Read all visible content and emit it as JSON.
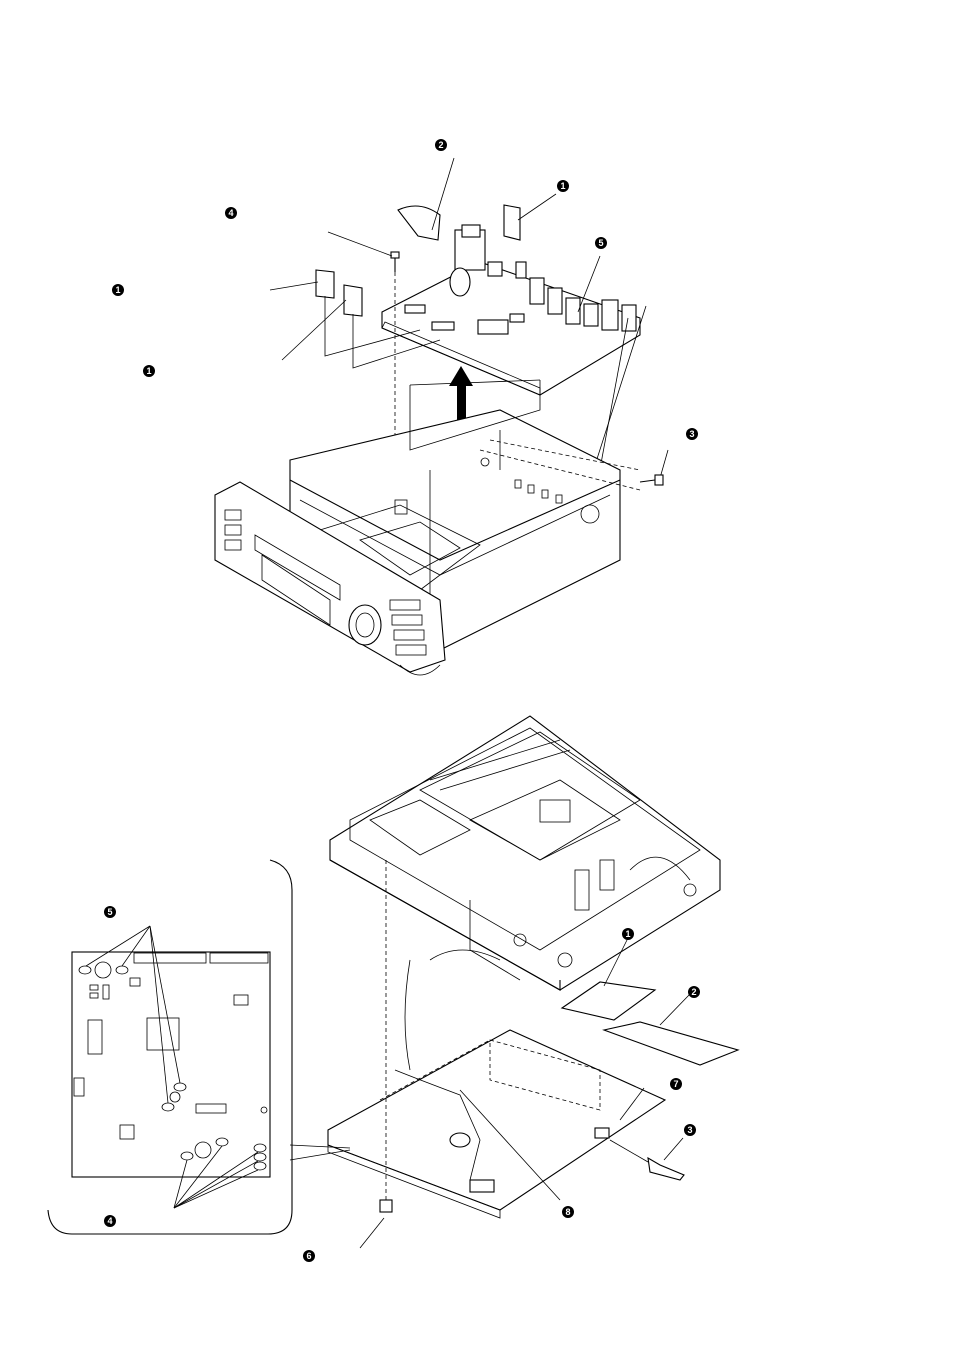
{
  "callouts": {
    "top": [
      "2",
      "1",
      "4",
      "5",
      "1",
      "1",
      "3"
    ],
    "bottom": [
      "5",
      "1",
      "2",
      "7",
      "3",
      "4",
      "8",
      "6"
    ]
  }
}
